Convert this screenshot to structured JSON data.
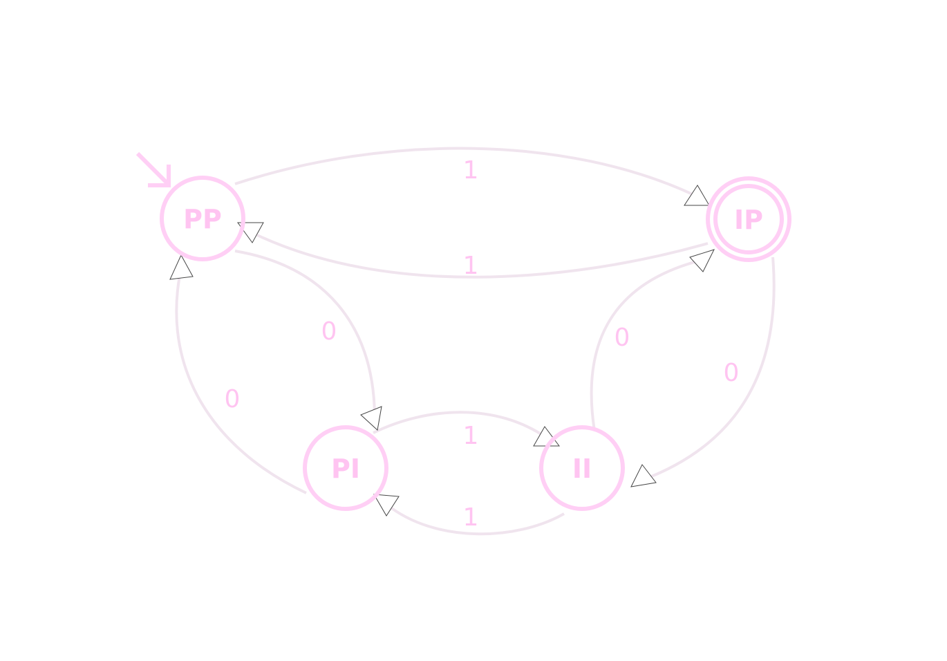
{
  "colors": {
    "state": "#ffcff5",
    "edge": "#f0e4ee",
    "label": "#ffc4f1",
    "arrowhead_fill": "#ffffff",
    "arrowhead_stroke": "#444444",
    "background": "#ffffff"
  },
  "automaton": {
    "initial_state": "PP",
    "states": [
      {
        "id": "PP",
        "label": "PP",
        "accepting": false,
        "initial": true
      },
      {
        "id": "IP",
        "label": "IP",
        "accepting": true,
        "initial": false
      },
      {
        "id": "PI",
        "label": "PI",
        "accepting": false,
        "initial": false
      },
      {
        "id": "II",
        "label": "II",
        "accepting": false,
        "initial": false
      }
    ],
    "transitions": [
      {
        "from": "PP",
        "to": "IP",
        "label": "1"
      },
      {
        "from": "IP",
        "to": "PP",
        "label": "1"
      },
      {
        "from": "PP",
        "to": "PI",
        "label": "0"
      },
      {
        "from": "PI",
        "to": "PP",
        "label": "0"
      },
      {
        "from": "PI",
        "to": "II",
        "label": "1"
      },
      {
        "from": "II",
        "to": "PI",
        "label": "1"
      },
      {
        "from": "II",
        "to": "IP",
        "label": "0"
      },
      {
        "from": "IP",
        "to": "II",
        "label": "0"
      }
    ]
  }
}
